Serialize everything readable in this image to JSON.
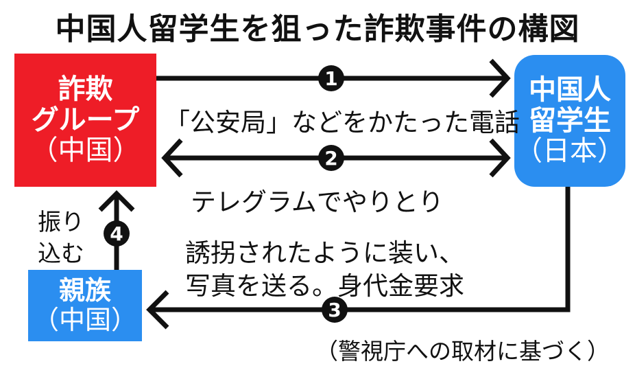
{
  "title": "中国人留学生を狙った詐欺事件の構図",
  "nodes": {
    "fraud_group": {
      "line1": "詐欺",
      "line2": "グループ",
      "sub": "（中国）",
      "color": "#ee1d27"
    },
    "student": {
      "line1": "中国人",
      "line2": "留学生",
      "sub": "（日本）",
      "color": "#2b8ef0"
    },
    "family": {
      "line1": "親族",
      "sub": "（中国）",
      "color": "#2b8ef0"
    }
  },
  "steps": [
    {
      "num": "1",
      "label": "「公安局」などをかたった電話"
    },
    {
      "num": "2",
      "label": "テレグラムでやりとり"
    },
    {
      "num": "3",
      "label_line1": "誘拐されたように装い、",
      "label_line2": "写真を送る。身代金要求"
    },
    {
      "num": "4",
      "label_line1": "振り",
      "label_line2": "込む"
    }
  ],
  "source": "（警視庁への取材に基づく）"
}
